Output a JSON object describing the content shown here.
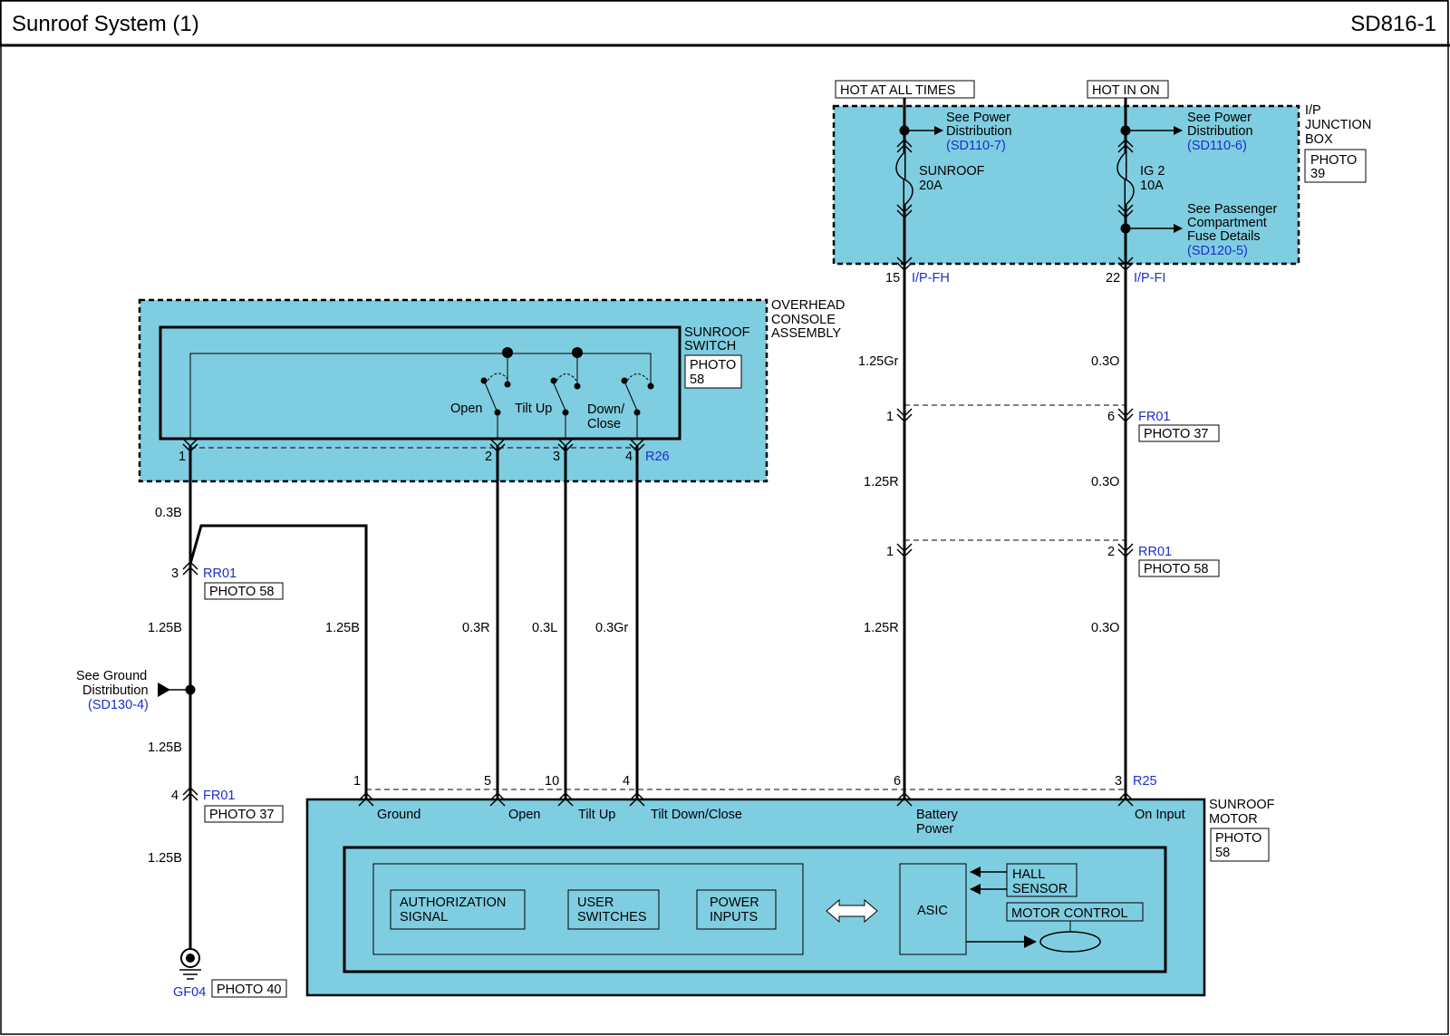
{
  "header": {
    "title": "Sunroof System (1)",
    "code": "SD816-1"
  },
  "colors": {
    "component_fill": "#7fcde0",
    "link_blue": "#1a2fd0",
    "line": "#000000"
  },
  "power": {
    "hot_at_all_times": "HOT AT ALL TIMES",
    "hot_in_on": "HOT IN ON"
  },
  "junction_box": {
    "name": [
      "I/P",
      "JUNCTION",
      "BOX"
    ],
    "photo": [
      "PHOTO",
      "39"
    ],
    "left_ref": [
      "See Power",
      "Distribution"
    ],
    "left_ref_link": "(SD110-7)",
    "right_ref": [
      "See Power",
      "Distribution"
    ],
    "right_ref_link": "(SD110-6)",
    "fuse_left": [
      "SUNROOF",
      "20A"
    ],
    "fuse_right": [
      "IG 2",
      "10A"
    ],
    "pass_ref": [
      "See Passenger",
      "Compartment",
      "Fuse Details"
    ],
    "pass_ref_link": "(SD120-5)",
    "pin_left": "15",
    "conn_left": "I/P-FH",
    "pin_right": "22",
    "conn_right": "I/P-FI"
  },
  "overhead": {
    "name": [
      "OVERHEAD",
      "CONSOLE",
      "ASSEMBLY"
    ],
    "switch_name": [
      "SUNROOF",
      "SWITCH"
    ],
    "photo": [
      "PHOTO",
      "58"
    ],
    "open": "Open",
    "tilt_up": "Tilt Up",
    "down_close": [
      "Down/",
      "Close"
    ],
    "pins": [
      "1",
      "2",
      "3",
      "4"
    ],
    "connector": "R26"
  },
  "wires": {
    "w03b": "0.3B",
    "w125b": "1.25B",
    "w03r": "0.3R",
    "w03l": "0.3L",
    "w03gr": "0.3Gr",
    "w125gr": "1.25Gr",
    "w125r": "1.25R",
    "w03o": "0.3O"
  },
  "connectors": {
    "rr01": "RR01",
    "fr01": "FR01",
    "photo58": "PHOTO 58",
    "photo37": "PHOTO 37",
    "pin3": "3",
    "pin4": "4",
    "pin1": "1",
    "pin6": "6",
    "pin2": "2"
  },
  "ground": {
    "ref": [
      "See Ground",
      "Distribution"
    ],
    "ref_link": "(SD130-4)",
    "name": "GF04",
    "photo": "PHOTO 40"
  },
  "motor": {
    "name": [
      "SUNROOF",
      "MOTOR"
    ],
    "photo": [
      "PHOTO",
      "58"
    ],
    "connector": "R25",
    "pins": [
      "1",
      "5",
      "10",
      "4",
      "6",
      "3"
    ],
    "labels": [
      "Ground",
      "Open",
      "Tilt Up",
      "Tilt Down/Close",
      "Battery",
      "Power",
      "On Input"
    ],
    "auth": [
      "AUTHORIZATION",
      "SIGNAL"
    ],
    "user": [
      "USER",
      "SWITCHES"
    ],
    "inputs": [
      "POWER",
      "INPUTS"
    ],
    "asic": "ASIC",
    "hall": [
      "HALL",
      "SENSOR"
    ],
    "motor_control": "MOTOR CONTROL"
  }
}
